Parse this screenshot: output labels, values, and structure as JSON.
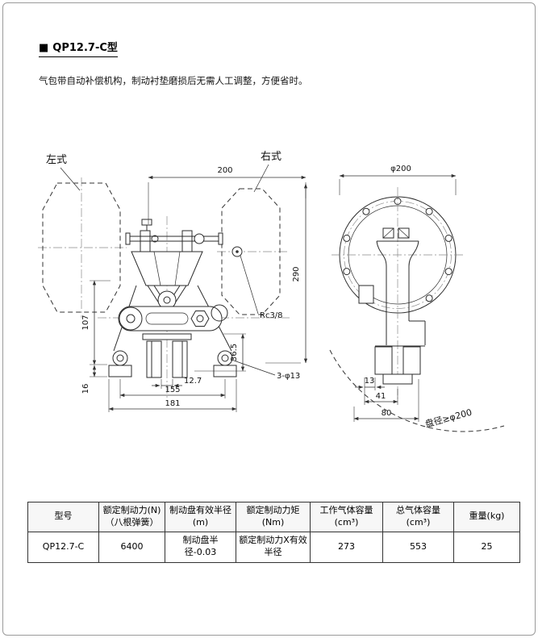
{
  "page": {
    "title_bullet": "■",
    "title": "QP12.7-C型",
    "description": "气包带自动补偿机构，制动衬垫磨损后无需人工调整，方便省时。"
  },
  "drawing": {
    "left_view_label": "左式",
    "right_view_label": "右式",
    "port_label": "Rc3/8",
    "holes_label": "3-φ13",
    "disc_note": "盘径≥φ200",
    "dims": {
      "width_top": "200",
      "height_right": "290",
      "left_upper": "107",
      "left_lower": "16",
      "pad_height": "36.5",
      "disc_slot": "12.7",
      "hole_span": "155",
      "base_width": "181",
      "flange_dia": "φ200",
      "side_13": "13",
      "side_41": "41",
      "side_80": "80"
    }
  },
  "table": {
    "headers": [
      {
        "l1": "型号",
        "l2": ""
      },
      {
        "l1": "额定制动力(N)",
        "l2": "（八根弹簧）"
      },
      {
        "l1": "制动盘有效半径",
        "l2": "(m)"
      },
      {
        "l1": "额定制动力矩",
        "l2": "(Nm)"
      },
      {
        "l1": "工作气体容量",
        "l2": "(cm³)"
      },
      {
        "l1": "总气体容量",
        "l2": "(cm³)"
      },
      {
        "l1": "重量(kg)",
        "l2": ""
      }
    ],
    "row": [
      "QP12.7-C",
      "6400",
      "制动盘半径-0.03",
      "额定制动力X有效半径",
      "273",
      "553",
      "25"
    ]
  }
}
